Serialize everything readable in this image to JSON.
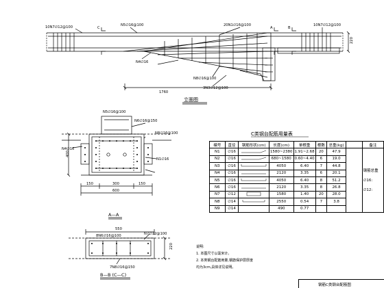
{
  "elevation": {
    "title": "立面图",
    "labels": {
      "left_top": "10N7∅12@100",
      "n5_top": "N5∅16@100",
      "mid_top": "20N1∅16@100",
      "right_top": "10N7∅12@100",
      "n4": "N4∅16",
      "n8": "N8∅16@100",
      "n3": "3N3∅12@100",
      "dim_width": "1760",
      "dim_right": "220",
      "sec_c": "C",
      "sec_a": "A",
      "sec_b": "B"
    }
  },
  "section_aa": {
    "title": "A—A",
    "labels": {
      "n5": "N5∅16@100",
      "n6": "N6∅16@150",
      "n4": "N4∅16",
      "n8": "N8∅16@100",
      "n1": "N1∅16",
      "dim_h": "400",
      "dim_150a": "150",
      "dim_300": "300",
      "dim_150b": "150",
      "dim_600": "600"
    }
  },
  "section_bb": {
    "title": "B—B (C—C)",
    "labels": {
      "dim_550": "550",
      "n8": "8N6∅16@100",
      "n7": "N7∅12@100",
      "n7b": "7N8∅16@150",
      "dim_220": "220"
    }
  },
  "rebar_table": {
    "title": "C类钢台配筋用量表",
    "headers": [
      "编号",
      "直径",
      "钢筋形状(cm)",
      "长度(cm)",
      "单根重",
      "根数",
      "总重(kg)",
      "",
      "备注"
    ],
    "rows": [
      {
        "no": "N1",
        "dia": "∅16",
        "len": "1580~2380",
        "w": "1.91~2.68",
        "n": "20",
        "tot": "47.9"
      },
      {
        "no": "N2",
        "dia": "∅16",
        "len": "680~1580",
        "w": "0.60~4.40",
        "n": "6",
        "tot": "19.0"
      },
      {
        "no": "N3",
        "dia": "∅16",
        "len": "4050",
        "w": "6.40",
        "n": "7",
        "tot": "44.8"
      },
      {
        "no": "N4",
        "dia": "∅16",
        "len": "2120",
        "w": "3.35",
        "n": "6",
        "tot": "20.1"
      },
      {
        "no": "N5",
        "dia": "∅16",
        "len": "4050",
        "w": "6.40",
        "n": "8",
        "tot": "51.2"
      },
      {
        "no": "N6",
        "dia": "∅16",
        "len": "2120",
        "w": "3.35",
        "n": "8",
        "tot": "26.8"
      },
      {
        "no": "N7",
        "dia": "∅12",
        "len": "1580",
        "w": "1.40",
        "n": "20",
        "tot": "28.0"
      },
      {
        "no": "N8",
        "dia": "∅14",
        "len": "2550",
        "w": "0.54",
        "n": "7",
        "tot": "3.8"
      },
      {
        "no": "N9",
        "dia": "∅14",
        "len": "490",
        "w": "0.77",
        "n": "",
        "tot": ""
      }
    ],
    "remarks": [
      "钢筋总重",
      "∅16:",
      "∅12:"
    ]
  },
  "notes": {
    "heading": "说明:",
    "items": [
      "1. 本图尺寸以毫米计。",
      "2. 本类钢台配筋用量,钢筋保护层厚度",
      "   均为3cm,具体详见说明。"
    ]
  },
  "title_block": {
    "text": "钢筋C类钢台配筋图"
  }
}
